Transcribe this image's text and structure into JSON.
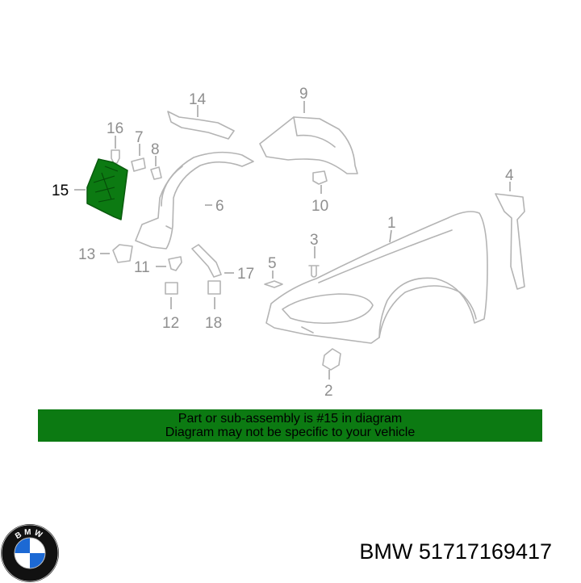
{
  "callouts": {
    "c1": "1",
    "c2": "2",
    "c3": "3",
    "c4": "4",
    "c5": "5",
    "c6": "6",
    "c7": "7",
    "c8": "8",
    "c9": "9",
    "c10": "10",
    "c11": "11",
    "c12": "12",
    "c13": "13",
    "c14": "14",
    "c15": "15",
    "c16": "16",
    "c17": "17",
    "c18": "18"
  },
  "highlighted_part": "15",
  "banner": {
    "line1": "Part or sub-assembly is #15 in diagram",
    "line2": "Diagram may not be specific to your vehicle",
    "color": "#0c7a12"
  },
  "brand": {
    "logo_text": "BMW",
    "name": "BMW",
    "part_number": "51717169417"
  },
  "colors": {
    "highlight": "#0c7a12",
    "lines": "#b4b4b4",
    "logo_blue": "#1c69d4"
  }
}
